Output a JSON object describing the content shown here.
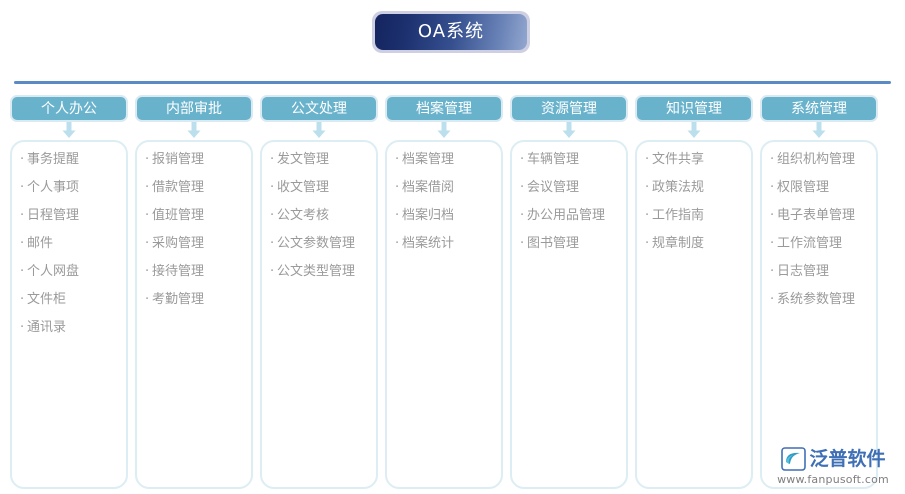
{
  "header": {
    "title": "OA系统"
  },
  "colors": {
    "title_badge_dark": "#14245e",
    "title_badge_light": "#93a8cf",
    "title_badge_border": "#cfcfe4",
    "divider": "#5b8bc4",
    "column_header_bg": "#69b2cc",
    "column_header_border": "#d9eaf2",
    "panel_border": "#dceef4",
    "item_text": "#9a9a9a",
    "arrow": "#bcdfee",
    "watermark_text": "#3f6fb5",
    "watermark_url": "#7f7f7f"
  },
  "columns": [
    {
      "id": "personal-office",
      "label": "个人办公",
      "items": [
        "事务提醒",
        "个人事项",
        "日程管理",
        "邮件",
        "个人网盘",
        "文件柜",
        "通讯录"
      ]
    },
    {
      "id": "internal-approval",
      "label": "内部审批",
      "items": [
        "报销管理",
        "借款管理",
        "值班管理",
        "采购管理",
        "接待管理",
        "考勤管理"
      ]
    },
    {
      "id": "document-processing",
      "label": "公文处理",
      "items": [
        "发文管理",
        "收文管理",
        "公文考核",
        "公文参数管理",
        "公文类型管理"
      ]
    },
    {
      "id": "archive-management",
      "label": "档案管理",
      "items": [
        "档案管理",
        "档案借阅",
        "档案归档",
        "档案统计"
      ]
    },
    {
      "id": "resource-management",
      "label": "资源管理",
      "items": [
        "车辆管理",
        "会议管理",
        "办公用品管理",
        "图书管理"
      ]
    },
    {
      "id": "knowledge-management",
      "label": "知识管理",
      "items": [
        "文件共享",
        "政策法规",
        "工作指南",
        "规章制度"
      ]
    },
    {
      "id": "system-management",
      "label": "系统管理",
      "items": [
        "组织机构管理",
        "权限管理",
        "电子表单管理",
        "工作流管理",
        "日志管理",
        "系统参数管理"
      ]
    }
  ],
  "watermark": {
    "brand": "泛普软件",
    "url": "www.fanpusoft.com"
  }
}
